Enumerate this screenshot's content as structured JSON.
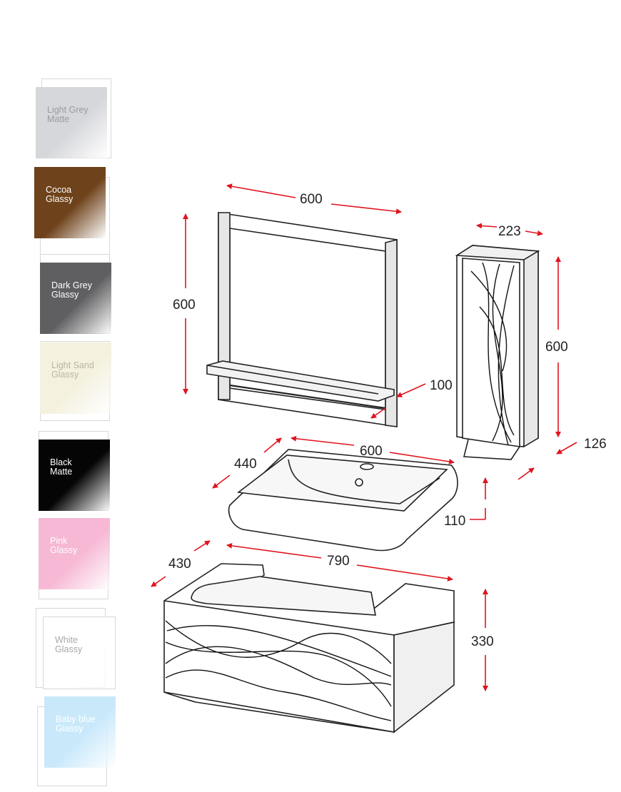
{
  "swatches": [
    {
      "label": "Light Grey\nMatte",
      "color": "#d6d7db",
      "text_color": "#9a9aa0"
    },
    {
      "label": "Cocoa\nGlassy",
      "color": "#6e421a",
      "text_color": "#ffffff"
    },
    {
      "label": "Dark Grey\nGlassy",
      "color": "#5f5f61",
      "text_color": "#ffffff"
    },
    {
      "label": "Light Sand\nGlassy",
      "color": "#f4f1df",
      "text_color": "#b9b6a4"
    },
    {
      "label": "Black\nMatte",
      "color": "#050505",
      "text_color": "#ffffff"
    },
    {
      "label": "Pink\nGlassy",
      "color": "#f6b8d5",
      "text_color": "#ffffff"
    },
    {
      "label": "White\nGlassy",
      "color": "#ffffff",
      "text_color": "#a7a7a7"
    },
    {
      "label": "Baby blue\nGlassy",
      "color": "#c9e9fb",
      "text_color": "#ffffff"
    }
  ],
  "dimensions": {
    "mirror_width": "600",
    "mirror_height": "600",
    "shelf_depth": "100",
    "cabinet_width": "223",
    "cabinet_height": "600",
    "cabinet_depth": "126",
    "basin_width": "600",
    "basin_depth": "440",
    "basin_height": "110",
    "vanity_width": "790",
    "vanity_depth": "430",
    "vanity_height": "330"
  },
  "colors": {
    "dimension_arrow": "#e0141e",
    "outline": "#222222"
  }
}
